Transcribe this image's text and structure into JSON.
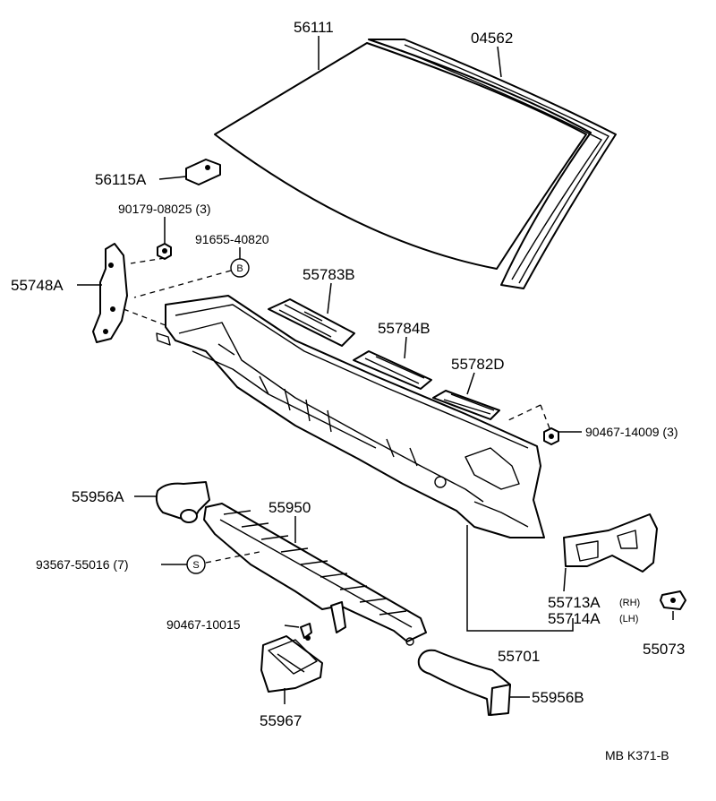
{
  "diagram": {
    "parts": {
      "p56111": "56111",
      "p04562": "04562",
      "p56115A": "56115A",
      "p90179": "90179-08025 (3)",
      "p91655": "91655-40820",
      "p55748A": "55748A",
      "p55783B": "55783B",
      "p55784B": "55784B",
      "p55782D": "55782D",
      "p90467_14009": "90467-14009 (3)",
      "p55956A": "55956A",
      "p55950": "55950",
      "p93567": "93567-55016 (7)",
      "p55713A": "55713A",
      "p55713A_side": "(RH)",
      "p55714A": "55714A",
      "p55714A_side": "(LH)",
      "p90467_10015": "90467-10015",
      "p55701": "55701",
      "p55073": "55073",
      "p55956B": "55956B",
      "p55967": "55967"
    },
    "markers": {
      "b": "B",
      "s": "S"
    },
    "footer_code": "MB  K371-B"
  }
}
